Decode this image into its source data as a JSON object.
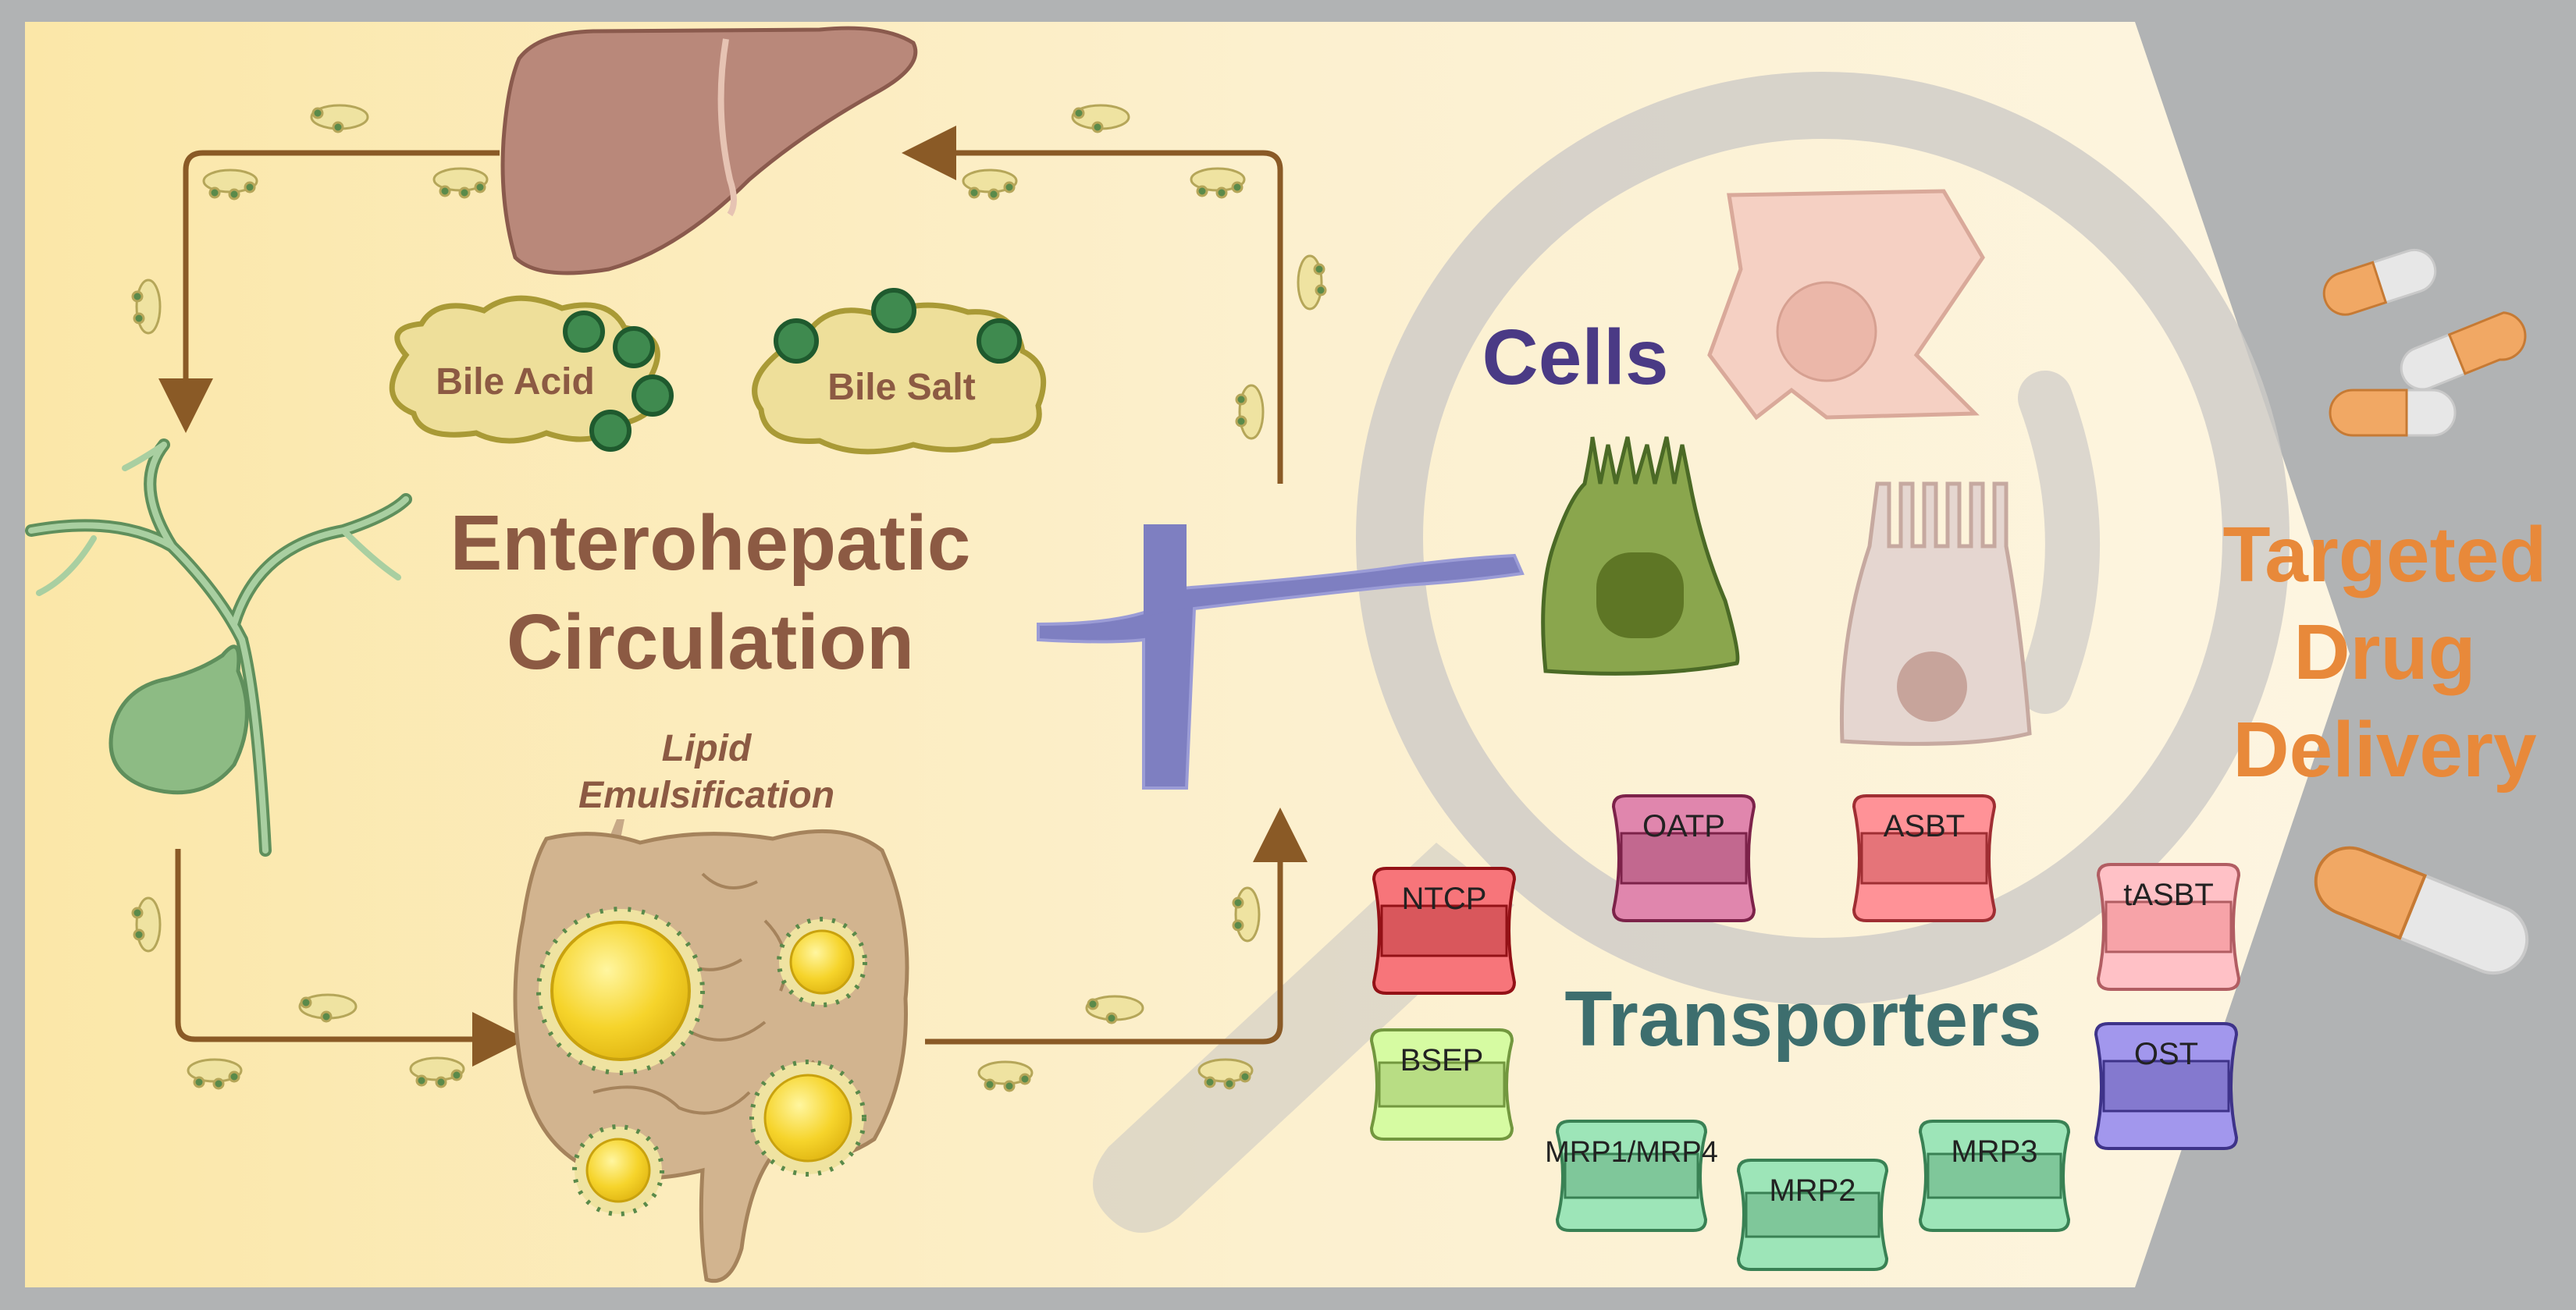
{
  "title": {
    "line1": "Enterohepatic",
    "line2": "Circulation"
  },
  "bile_acid_label": "Bile Acid",
  "bile_salt_label": "Bile Salt",
  "lipid_label": {
    "line1": "Lipid",
    "line2": "Emulsification"
  },
  "cells_label": "Cells",
  "transporters_label": "Transporters",
  "transporters": [
    {
      "label": "NTCP",
      "color": "#d9575c"
    },
    {
      "label": "OATP",
      "color": "#c2688f"
    },
    {
      "label": "ASBT",
      "color": "#e57479"
    },
    {
      "label": "tASBT",
      "color": "#f7a3a8"
    },
    {
      "label": "BSEP",
      "color": "#b8dd84"
    },
    {
      "label": "MRP1/MRP4",
      "color": "#7fc79a"
    },
    {
      "label": "MRP2",
      "color": "#7fc79a"
    },
    {
      "label": "MRP3",
      "color": "#7fc79a"
    },
    {
      "label": "OST",
      "color": "#8479cf"
    }
  ],
  "delivery_label": {
    "line1": "Targeted",
    "line2": "Drug",
    "line3": "Delivery"
  },
  "colors": {
    "title": "#8c5a43",
    "cells": "#4a3a85",
    "transporters": "#3d6e6e",
    "delivery": "#e8893a",
    "arrow": "#8a5a26",
    "background": "#fbf0cd",
    "frame": "#b1b3b4"
  },
  "icons": [
    "liver-icon",
    "gallbladder-icon",
    "intestine-icon",
    "blood-vessel-icon",
    "magnifier-icon",
    "hepatocyte-icon",
    "enterocyte-icon",
    "cholangiocyte-icon",
    "capsule-icon",
    "bile-cloud-icon"
  ]
}
